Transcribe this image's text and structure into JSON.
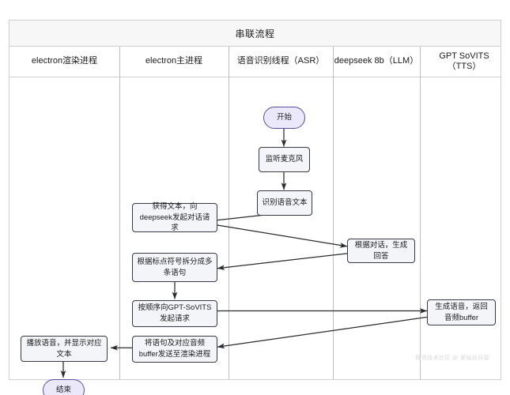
{
  "diagram": {
    "title": "串联流程",
    "type": "swimlane-flowchart",
    "watermark": "微信技术社区 @ 爱丽丝兵营",
    "lanes": [
      {
        "id": "renderer",
        "label": "electron渲染进程"
      },
      {
        "id": "main",
        "label": "electron主进程"
      },
      {
        "id": "asr",
        "label": "语音识别线程（ASR）"
      },
      {
        "id": "llm",
        "label": "deepseek 8b（LLM）"
      },
      {
        "id": "tts",
        "label": "GPT SoVITS（TTS）"
      }
    ],
    "nodes": [
      {
        "id": "start",
        "lane": "asr",
        "shape": "terminal",
        "label": "开始"
      },
      {
        "id": "listen",
        "lane": "asr",
        "shape": "process",
        "label": "监听麦克风"
      },
      {
        "id": "recognize",
        "lane": "asr",
        "shape": "process",
        "label": "识别语音文本"
      },
      {
        "id": "get-text",
        "lane": "main",
        "shape": "process",
        "label": "获得文本，向deepseek发起对话请求"
      },
      {
        "id": "answer",
        "lane": "llm",
        "shape": "process",
        "label": "根据对话，生成回答"
      },
      {
        "id": "split",
        "lane": "main",
        "shape": "process",
        "label": "根据标点符号拆分成多条语句"
      },
      {
        "id": "request-tts",
        "lane": "main",
        "shape": "process",
        "label": "按顺序向GPT-SoVITS发起请求"
      },
      {
        "id": "gen-audio",
        "lane": "tts",
        "shape": "process",
        "label": "生成语音，返回音频buffer"
      },
      {
        "id": "send-renderer",
        "lane": "main",
        "shape": "process",
        "label": "将语句及对应音频buffer发送至渲染进程"
      },
      {
        "id": "play",
        "lane": "renderer",
        "shape": "process",
        "label": "播放语音，并显示对应文本"
      },
      {
        "id": "end",
        "lane": "renderer",
        "shape": "terminal",
        "label": "结束"
      }
    ],
    "edges": [
      {
        "from": "start",
        "to": "listen"
      },
      {
        "from": "listen",
        "to": "recognize"
      },
      {
        "from": "recognize",
        "to": "get-text"
      },
      {
        "from": "get-text",
        "to": "answer"
      },
      {
        "from": "answer",
        "to": "split"
      },
      {
        "from": "split",
        "to": "request-tts"
      },
      {
        "from": "request-tts",
        "to": "gen-audio"
      },
      {
        "from": "gen-audio",
        "to": "send-renderer"
      },
      {
        "from": "send-renderer",
        "to": "play"
      },
      {
        "from": "play",
        "to": "end"
      }
    ],
    "colors": {
      "terminal_fill": "#ece8fb",
      "terminal_stroke": "#5c4fa3",
      "process_fill": "#f4f5f8",
      "process_stroke": "#3a3a46",
      "frame_stroke": "#cfcfcf",
      "header_band": "#f7f7f7",
      "edge_stroke": "#2b2b2b"
    }
  }
}
